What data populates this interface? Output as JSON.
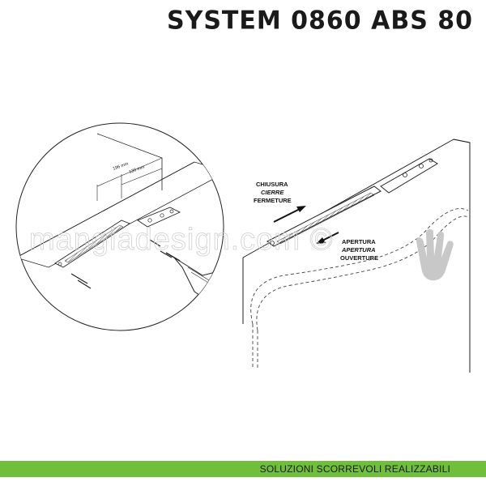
{
  "title": "SYSTEM 0860 ABS 80",
  "footer": {
    "text": "SOLUZIONI SCORREVOLI REALIZZABILI",
    "color": "#6fbf3a"
  },
  "dimensions": {
    "outer": "196 mm",
    "inner": "130 mm"
  },
  "closing": {
    "line1": "CHIUSURA",
    "line2": "CIERRE",
    "line3": "FERMETURE"
  },
  "opening": {
    "line1": "APERTURA",
    "line2": "APERTURA",
    "line3": "OUVERTURE"
  },
  "watermark": "mangiadesign.com ©"
}
